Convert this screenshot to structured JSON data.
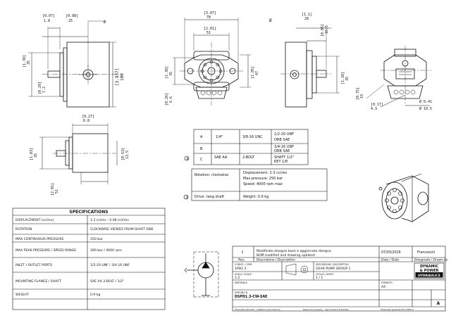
{
  "dimensions": {
    "view1": {
      "d_top_a": "[0.07]",
      "d_top_b": "1.8",
      "d_top_c": "[0.98]",
      "d_top_d": "25",
      "d_left_a": "[1.38]",
      "d_left_b": "35",
      "d_bot": "[0.29]",
      "d_bot2": "7.2",
      "d_side_a": "[3.937]",
      "d_side_b": "100",
      "phi": "Ø"
    },
    "view2": {
      "d_top_a": "[3.07]",
      "d_top_b": "78",
      "d_top_c": "[2.01]",
      "d_top_d": "51",
      "d_left_a": "[1.38]",
      "d_left_b": "35",
      "d_left_c": "[0.26]",
      "d_left_d": "6.6",
      "d_right_a": "[1.85]",
      "d_right_b": "47"
    },
    "view3": {
      "d_top_a": "[1.1]",
      "d_top_b": "28",
      "d_top_c": "[0.65]",
      "d_top_d": "16.5",
      "d_right_a": "[1.38]",
      "d_right_b": "35",
      "d_right_c": "[0.75]",
      "d_right_d": "19"
    },
    "view4": {
      "d_phi_a": "Ø 0.41",
      "d_phi_b": "Ø 10.5",
      "d_bot_a": "[0.17]",
      "d_bot_b": "4.3"
    },
    "view5": {
      "d_top_a": "[0.27]",
      "d_top_b": "6.8",
      "d_left_a": "[1.03]",
      "d_left_b": "26",
      "d_right_a": "[0.53]",
      "d_right_b": "13.5",
      "d_bot_a": "[2.01]",
      "d_bot_b": "51"
    }
  },
  "port_table": {
    "rows": [
      {
        "c1": "A",
        "c2": "1/4\"",
        "c3": "3/8-16 UNC",
        "c4a": "1/2-20 UNF",
        "c4b": "ORB SAE"
      },
      {
        "c1": "B",
        "c2": "",
        "c3": "",
        "c4a": "3/4-16 UNF",
        "c4b": "ORB SAE"
      },
      {
        "c1": "C",
        "c2": "SAE AA",
        "c3": "2-BOLT",
        "c4a": "SHAFT 1/2\"",
        "c4b": "KEY 1/8"
      }
    ],
    "marker": "B"
  },
  "note_box": {
    "line1a": "Rotation: clockwise",
    "line1b": "Displacement: 1.3 cc/rev",
    "line2a": "Max pressure: 250 bar",
    "line2b": "Speed: 4000 rpm max",
    "line3a": "Drive: tang shaft",
    "line3b": "Weight: 0.9 kg",
    "marker": "D"
  },
  "spec_table": {
    "title": "SPECIFICATIONS",
    "rows": [
      {
        "label": "DISPLACEMENT (cc/rev)",
        "value": "1.3 cc/rev - 0.08 in3/rev"
      },
      {
        "label": "ROTATION",
        "value": "CLOCKWISE VIEWED FROM SHAFT END"
      },
      {
        "label": "MAX CONTINUOUS PRESSURE",
        "value": "250 bar"
      },
      {
        "label": "MAX PEAK PRESSURE / SPEED RANGE",
        "value": "280 bar / 4000 rpm"
      },
      {
        "label": "INLET / OUTLET PORTS",
        "value": "1/2-20 UNF / 3/4-16 UNF"
      },
      {
        "label": "MOUNTING FLANGE / SHAFT",
        "value": "SAE AA 2-BOLT / 1/2\""
      },
      {
        "label": "WEIGHT",
        "value": "0.9 kg"
      }
    ]
  },
  "title_block": {
    "rev_no": "1",
    "rev_desc_a": "Modificato disegno base e aggiornato disegno",
    "rev_desc_b": "BOM modified and drawing updated",
    "rev_date": "07/03/2016",
    "rev_by": "Franceschi",
    "hdr_rev": "Rev.",
    "hdr_desc": "Descrizione / Description",
    "hdr_date": "Data / Date",
    "hdr_drawn": "Disegnato / Drawn by",
    "code_label": "CODICE / CODE",
    "code_value": "1PD1.3",
    "desc_label": "DESCRIZIONE / DESCRIPTION",
    "desc_value": "GEAR PUMP GROUP 1",
    "scale_label": "SCALA / SCALE",
    "scale_value": "1:2",
    "sheet_label": "FOGLIO / SHEET",
    "sheet_value": "1 / 1",
    "material_label": "MATERIALE",
    "dwg_label": "DISEGNO N.",
    "dwg_value": "DSPD1.3-CW-SAE",
    "size_label": "FORMATO",
    "size_value": "A4",
    "brand_a": "DYNAMIC",
    "brand_b": "& POWER",
    "brand_c": "HYDRAULICS",
    "footer_a": "Proprietà riservata - vietata la riproduzione",
    "footer_b": "Reserved property - reproduction forbidden",
    "footer_c": "Tolleranze generali ISO 2768-m",
    "rev_letter": "A"
  }
}
